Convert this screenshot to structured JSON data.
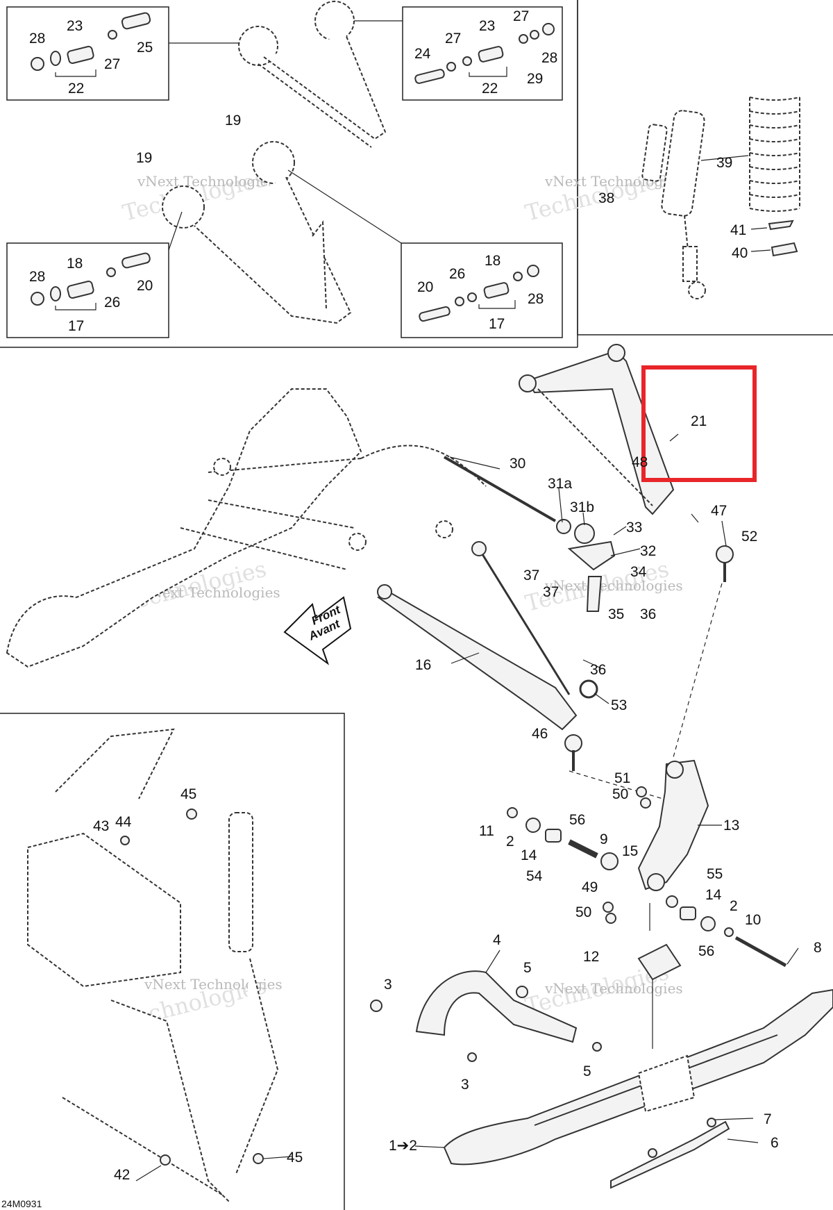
{
  "drawing_code": "24M0931",
  "watermark": {
    "line1": "vNext Technologies",
    "line2": "Technologies"
  },
  "front_arrow": {
    "line1": "Front",
    "line2": "Avant"
  },
  "highlight_color": "#e8262a",
  "labels": [
    "28",
    "23",
    "25",
    "27",
    "22",
    "24",
    "27",
    "23",
    "27",
    "28",
    "29",
    "22",
    "19",
    "19",
    "28",
    "18",
    "20",
    "26",
    "17",
    "20",
    "26",
    "18",
    "28",
    "17",
    "39",
    "38",
    "41",
    "40",
    "21",
    "48",
    "30",
    "31a",
    "31b",
    "33",
    "32",
    "47",
    "52",
    "37",
    "34",
    "37",
    "35",
    "36",
    "16",
    "36",
    "53",
    "46",
    "51",
    "50",
    "13",
    "11",
    "56",
    "2",
    "9",
    "14",
    "15",
    "54",
    "49",
    "50",
    "55",
    "14",
    "2",
    "10",
    "56",
    "8",
    "12",
    "4",
    "5",
    "3",
    "3",
    "5",
    "7",
    "6",
    "1➔2",
    "45",
    "43",
    "44",
    "42",
    "45"
  ]
}
